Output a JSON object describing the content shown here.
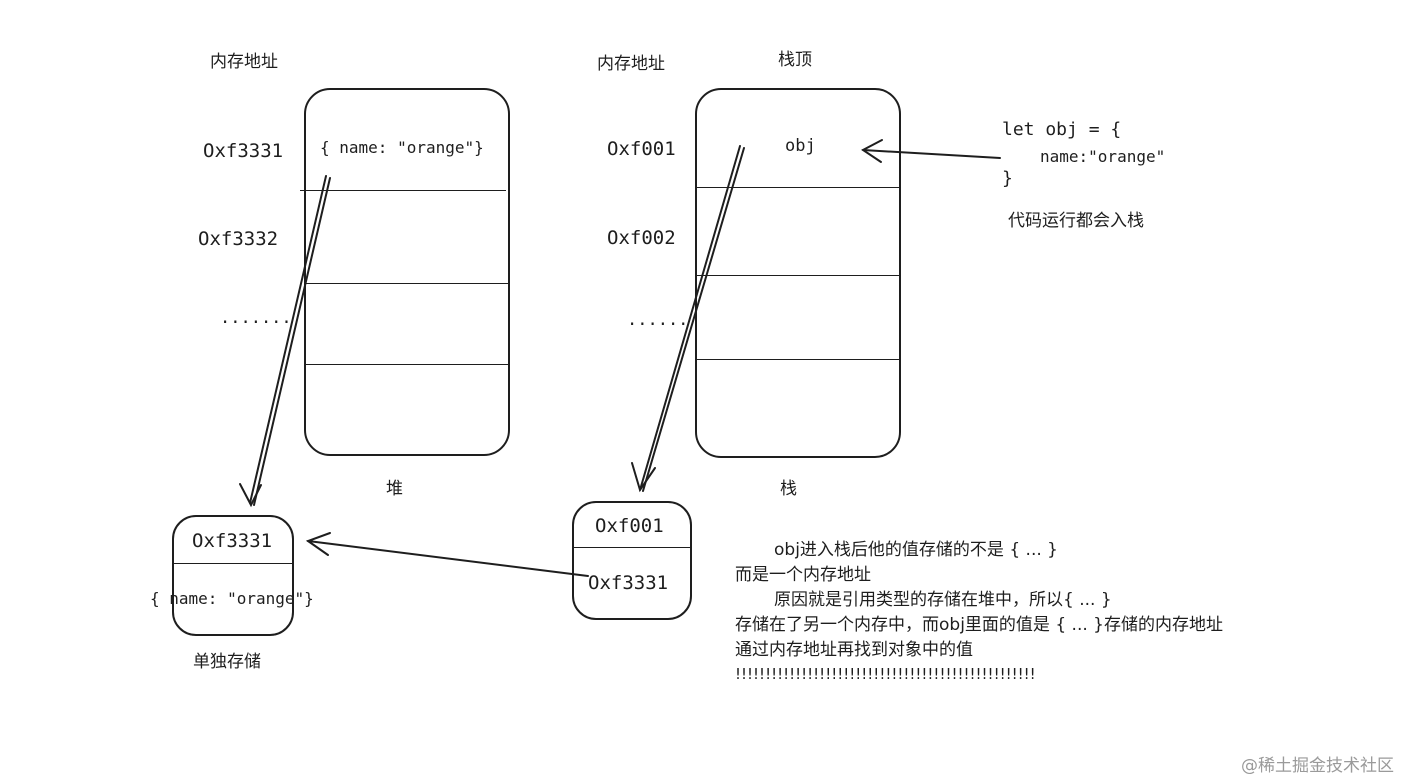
{
  "heap": {
    "addr_header": "内存地址",
    "addresses": [
      "Oxf3331",
      "Oxf3332",
      "......."
    ],
    "cell_0": "{ name: \"orange\"}",
    "label": "堆"
  },
  "stack": {
    "addr_header": "内存地址",
    "top_label": "栈顶",
    "addresses": [
      "Oxf001",
      "Oxf002",
      "......"
    ],
    "cell_0": "obj",
    "label": "栈"
  },
  "code": {
    "lines": [
      "let obj = {",
      "name:\"orange\"",
      "}"
    ],
    "caption": "代码运行都会入栈"
  },
  "separate_box": {
    "addr": "Oxf3331",
    "content": "{ name: \"orange\"}",
    "caption": "单独存储"
  },
  "pointer_box": {
    "addr": "Oxf001",
    "value": "Oxf3331"
  },
  "note": {
    "lines": [
      "obj进入栈后他的值存储的不是 { ... }",
      "而是一个内存地址",
      "原因就是引用类型的存储在堆中，所以{ ... }",
      "存储在了另一个内存中，而obj里面的值是 { ... }存储的内存地址",
      "通过内存地址再找到对象中的值",
      "!!!!!!!!!!!!!!!!!!!!!!!!!!!!!!!!!!!!!!!!!!!!!!!!!!"
    ]
  },
  "watermark": "@稀土掘金技术社区"
}
